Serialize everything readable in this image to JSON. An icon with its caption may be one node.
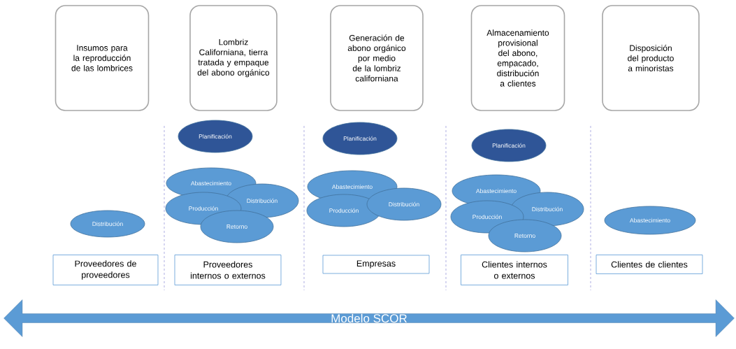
{
  "diagram": {
    "nodes": [
      {
        "text": [
          "Insumos para la reproducción de las lombrices"
        ]
      },
      {
        "text": [
          "Lombriz Californiana, tierra tratada y empaque del abono orgánico"
        ]
      },
      {
        "text": [
          "Generación de abono orgánico por medio de la lombriz californiana"
        ]
      },
      {
        "text": [
          "Almacenamiento provisional del abono, empacado, distribución a clientes"
        ]
      },
      {
        "text": [
          "Disposición del producto a minoristas"
        ]
      },
      {
        "text": [
          "Distribución"
        ]
      },
      {
        "text": [
          "Planificación"
        ]
      },
      {
        "text": [
          "Abastecimiento"
        ]
      },
      {
        "text": [
          "Distribución"
        ]
      },
      {
        "text": [
          "Producción"
        ]
      },
      {
        "text": [
          "Retorno"
        ]
      },
      {
        "text": [
          "Planificación"
        ]
      },
      {
        "text": [
          "Abastecimiento"
        ]
      },
      {
        "text": [
          "Producción"
        ]
      },
      {
        "text": [
          "Distribución"
        ]
      },
      {
        "text": [
          "Planificación"
        ]
      },
      {
        "text": [
          "Abastecimiento"
        ]
      },
      {
        "text": [
          "Distribución"
        ]
      },
      {
        "text": [
          "Producción"
        ]
      },
      {
        "text": [
          "Retorno"
        ]
      },
      {
        "text": [
          "Abastecimiento"
        ]
      },
      {
        "text": [
          "Proveedores de proveedores"
        ]
      },
      {
        "text": [
          "Proveedores internos o externos"
        ]
      },
      {
        "text": [
          "Empresas"
        ]
      },
      {
        "text": [
          "Clientes internos o externos"
        ]
      },
      {
        "text": [
          "Clientes de clientes"
        ]
      },
      {
        "text": [
          "Modelo SCOR"
        ]
      }
    ]
  }
}
